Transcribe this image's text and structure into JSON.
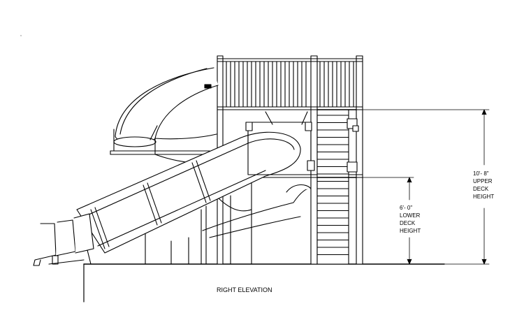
{
  "view_title": "RIGHT ELEVATION",
  "dimensions": {
    "upper": {
      "value": "10'- 8\"",
      "line1": "UPPER",
      "line2": "DECK",
      "line3": "HEIGHT"
    },
    "lower": {
      "value": "6'- 0\"",
      "line1": "LOWER",
      "line2": "DECK",
      "line3": "HEIGHT"
    }
  },
  "colors": {
    "line": "#000000",
    "background": "#ffffff"
  }
}
